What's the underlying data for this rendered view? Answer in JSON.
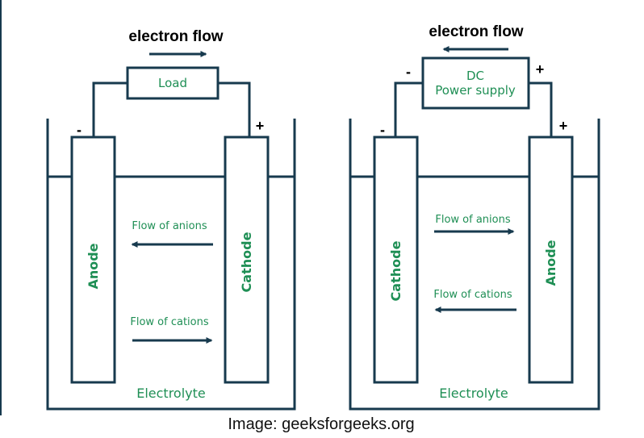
{
  "colors": {
    "line": "#173a4e",
    "label_green": "#1f8f55",
    "black": "#000000",
    "background": "#ffffff"
  },
  "galvanic": {
    "electron_flow_label": "electron flow",
    "load_label": "Load",
    "left_electrode": "Anode",
    "right_electrode": "Cathode",
    "left_sign": "-",
    "right_sign": "+",
    "anion_label": "Flow of anions",
    "cation_label": "Flow of cations",
    "electrolyte_label": "Electrolyte"
  },
  "electrolytic": {
    "electron_flow_label": "electron flow",
    "power_line1": "DC",
    "power_line2": "Power supply",
    "source_neg": "-",
    "source_pos": "+",
    "left_electrode": "Cathode",
    "right_electrode": "Anode",
    "left_sign": "-",
    "right_sign": "+",
    "anion_label": "Flow of anions",
    "cation_label": "Flow of cations",
    "electrolyte_label": "Electrolyte"
  },
  "credit": "Image: geeksforgeeks.org"
}
